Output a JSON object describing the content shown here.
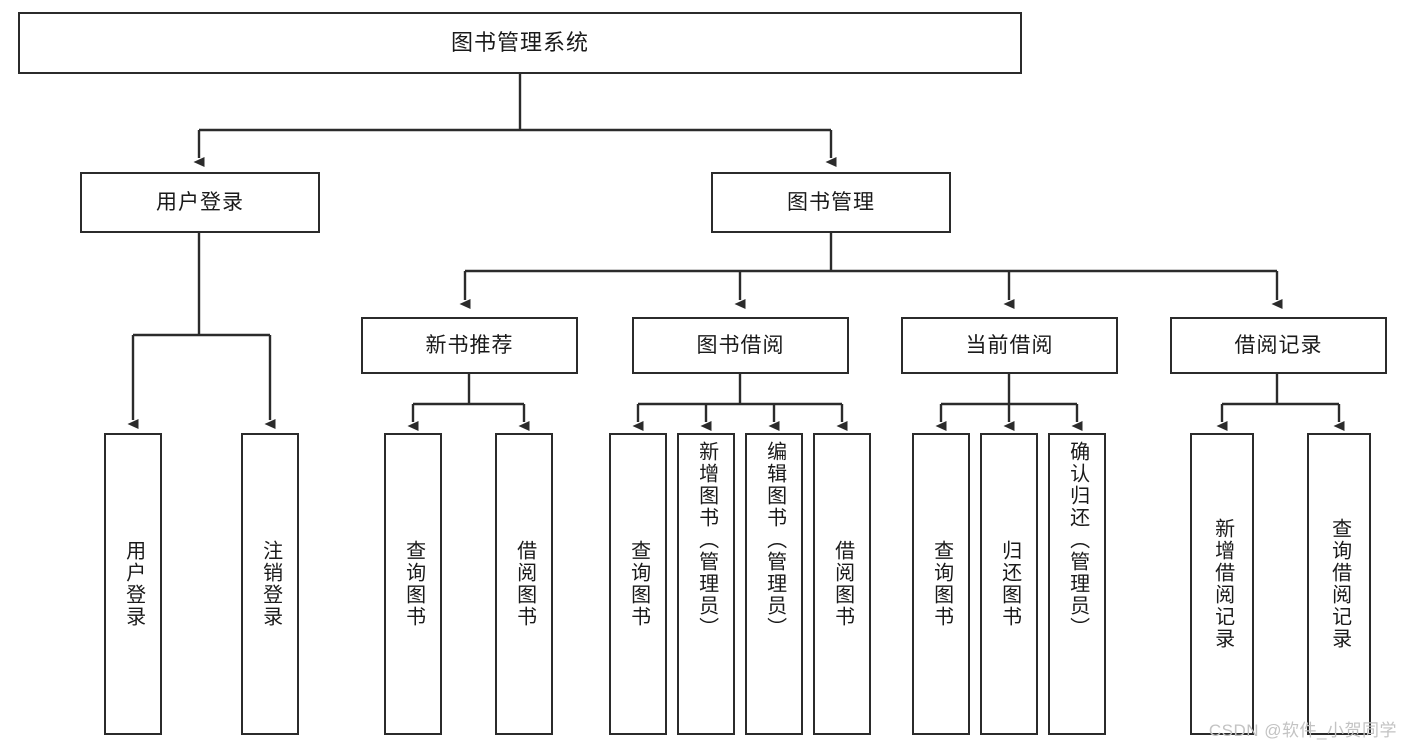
{
  "diagram": {
    "title": "图书管理系统",
    "type": "tree",
    "colors": {
      "border": "#2b2b2b",
      "text": "#1a1a1a",
      "background": "#ffffff",
      "edge": "#2b2b2b",
      "watermark": "#c3c3c3"
    },
    "nodes": {
      "root": {
        "label": "图书管理系统"
      },
      "level2": [
        {
          "id": "user-login",
          "label": "用户登录"
        },
        {
          "id": "book-manage",
          "label": "图书管理"
        }
      ],
      "level3": [
        {
          "id": "new-book-recommend",
          "label": "新书推荐"
        },
        {
          "id": "book-borrow",
          "label": "图书借阅"
        },
        {
          "id": "current-borrow",
          "label": "当前借阅"
        },
        {
          "id": "borrow-record",
          "label": "借阅记录"
        }
      ],
      "leaves": {
        "user_login": [
          {
            "id": "leaf-user-login",
            "label": "用户登录"
          },
          {
            "id": "leaf-logout-login",
            "label": "注销登录"
          }
        ],
        "new_book_recommend": [
          {
            "id": "leaf-query-book-1",
            "label": "查询图书"
          },
          {
            "id": "leaf-borrow-book-1",
            "label": "借阅图书"
          }
        ],
        "book_borrow": [
          {
            "id": "leaf-query-book-2",
            "label": "查询图书"
          },
          {
            "id": "leaf-add-book",
            "label": "新增图书（管理员）"
          },
          {
            "id": "leaf-edit-book",
            "label": "编辑图书（管理员）"
          },
          {
            "id": "leaf-borrow-book-2",
            "label": "借阅图书"
          }
        ],
        "current_borrow": [
          {
            "id": "leaf-query-book-3",
            "label": "查询图书"
          },
          {
            "id": "leaf-return-book",
            "label": "归还图书"
          },
          {
            "id": "leaf-confirm-return",
            "label": "确认归还（管理员）"
          }
        ],
        "borrow_record": [
          {
            "id": "leaf-add-record",
            "label": "新增借阅记录"
          },
          {
            "id": "leaf-query-record",
            "label": "查询借阅记录"
          }
        ]
      }
    }
  },
  "watermark": {
    "text": "CSDN @软件_小贺同学"
  }
}
